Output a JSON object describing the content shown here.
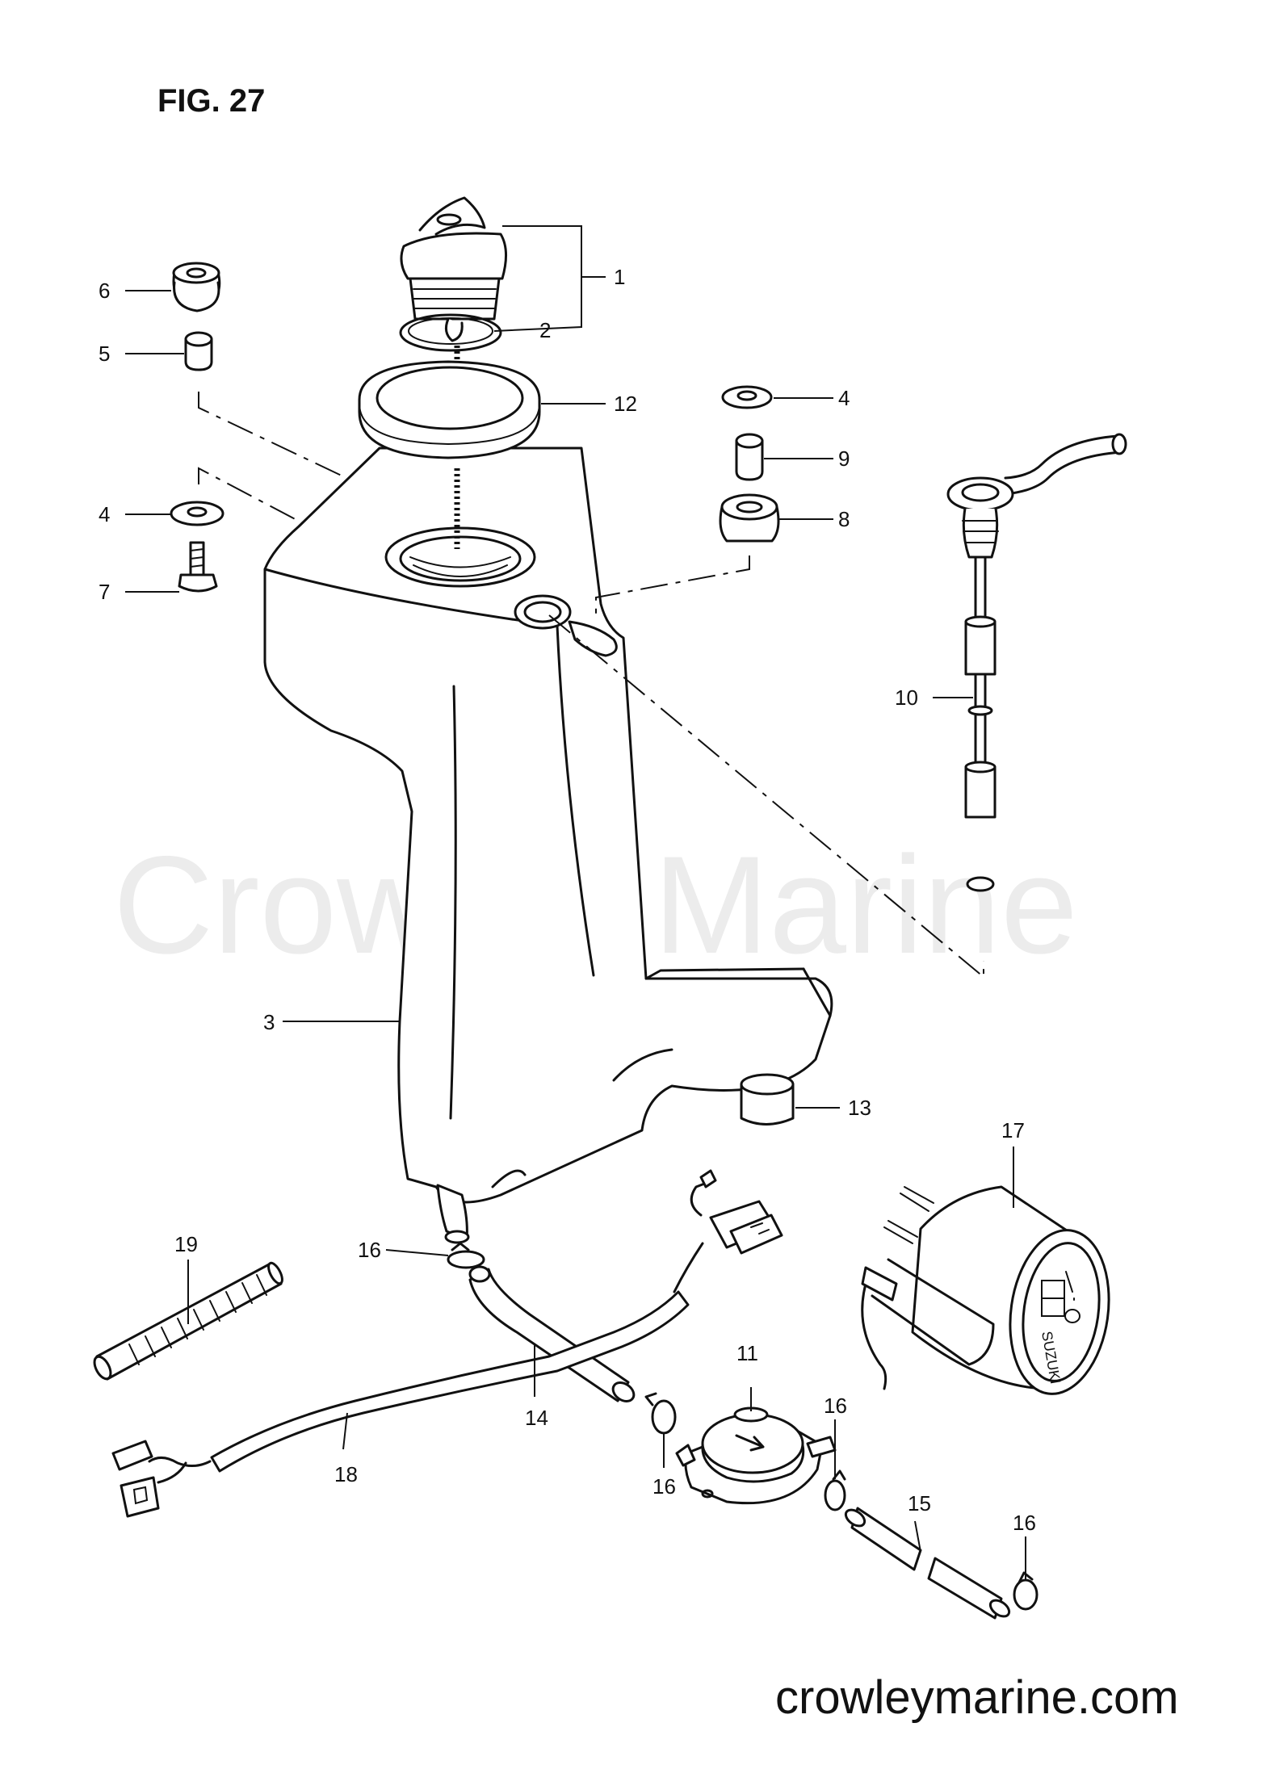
{
  "figure": {
    "title": "FIG. 27"
  },
  "watermark": {
    "text": "Crowley Marine"
  },
  "footer": {
    "url": "crowleymarine.com"
  },
  "callouts": [
    {
      "id": "c1",
      "text": "1"
    },
    {
      "id": "c2",
      "text": "2"
    },
    {
      "id": "c3",
      "text": "3"
    },
    {
      "id": "c4a",
      "text": "4"
    },
    {
      "id": "c4b",
      "text": "4"
    },
    {
      "id": "c5",
      "text": "5"
    },
    {
      "id": "c6",
      "text": "6"
    },
    {
      "id": "c7",
      "text": "7"
    },
    {
      "id": "c8",
      "text": "8"
    },
    {
      "id": "c9",
      "text": "9"
    },
    {
      "id": "c10",
      "text": "10"
    },
    {
      "id": "c11",
      "text": "11"
    },
    {
      "id": "c12",
      "text": "12"
    },
    {
      "id": "c13",
      "text": "13"
    },
    {
      "id": "c14",
      "text": "14"
    },
    {
      "id": "c15",
      "text": "15"
    },
    {
      "id": "c16a",
      "text": "16"
    },
    {
      "id": "c16b",
      "text": "16"
    },
    {
      "id": "c16c",
      "text": "16"
    },
    {
      "id": "c16d",
      "text": "16"
    },
    {
      "id": "c17",
      "text": "17"
    },
    {
      "id": "c18",
      "text": "18"
    },
    {
      "id": "c19",
      "text": "19"
    }
  ],
  "gauge": {
    "brand": "SUZUKI"
  }
}
